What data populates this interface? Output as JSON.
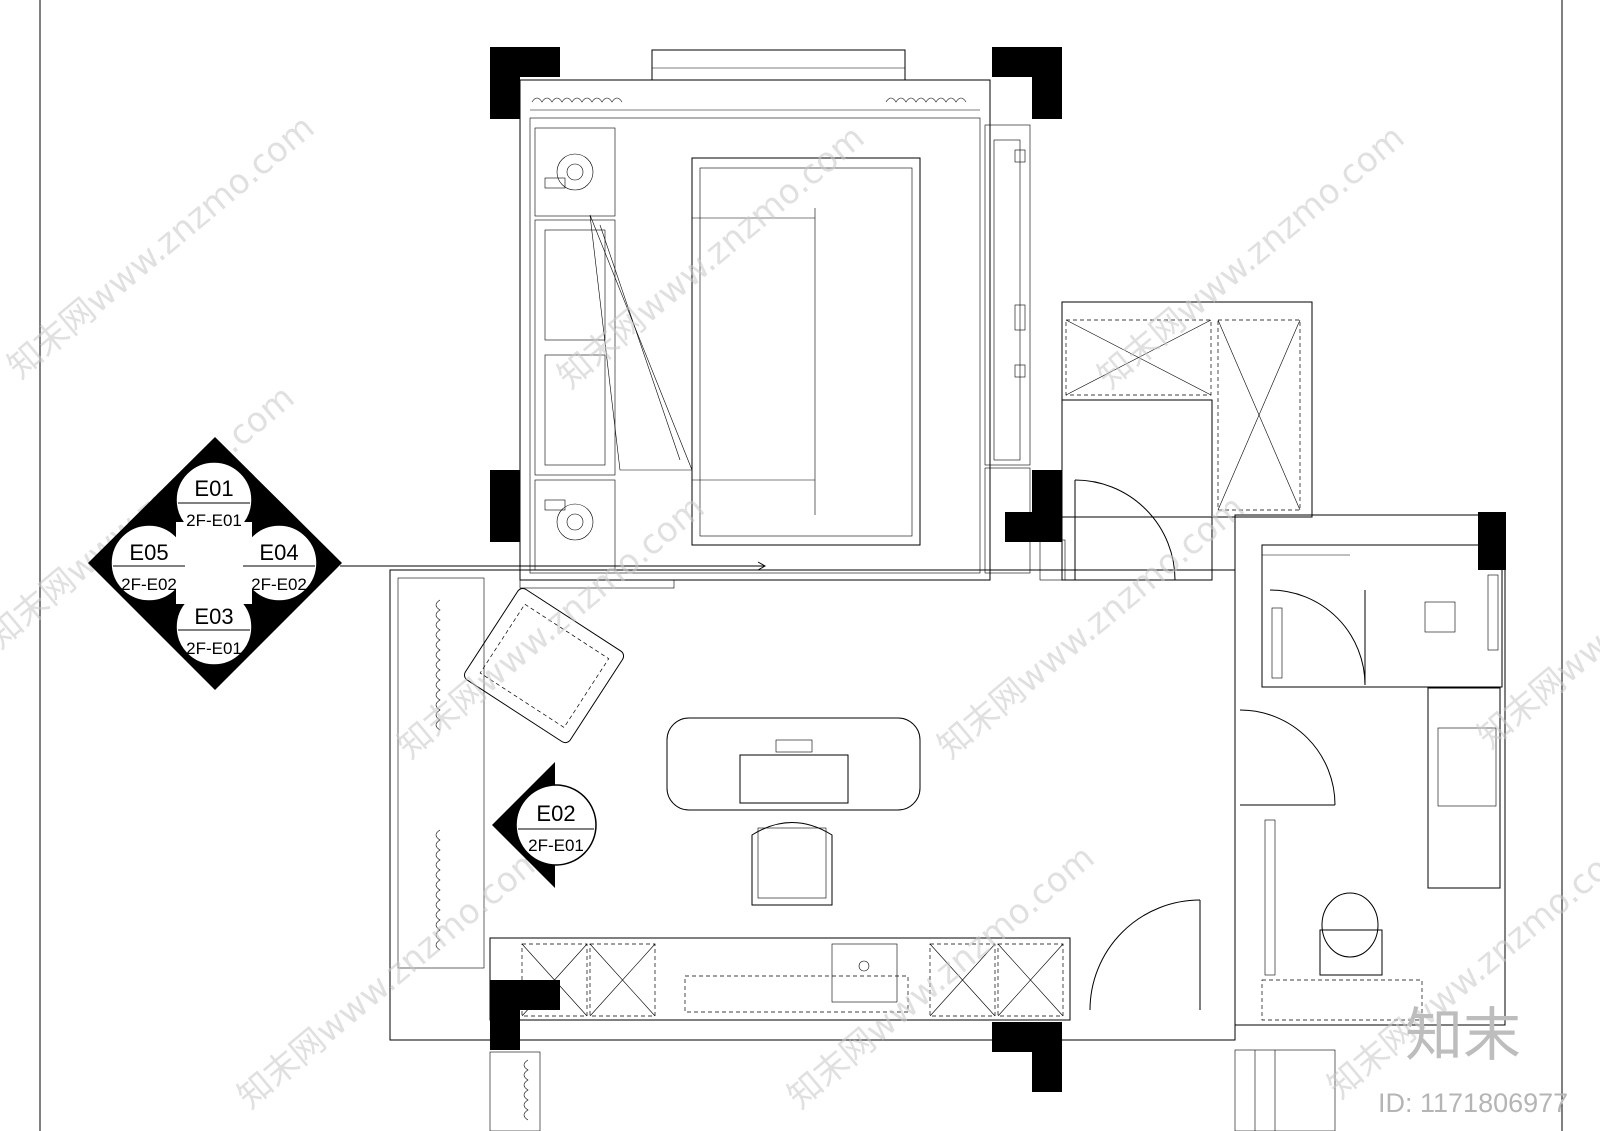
{
  "markers": {
    "diamond": {
      "e01": {
        "code": "E01",
        "sheet": "2F-E01"
      },
      "e05": {
        "code": "E05",
        "sheet": "2F-E02"
      },
      "e04": {
        "code": "E04",
        "sheet": "2F-E02"
      },
      "e03": {
        "code": "E03",
        "sheet": "2F-E01"
      }
    },
    "single": {
      "e02": {
        "code": "E02",
        "sheet": "2F-E01"
      }
    }
  },
  "watermark": {
    "text": "知末网www.znzmo.com",
    "logo": "知末",
    "id": "ID: 1171806977"
  },
  "colors": {
    "line": "#000000",
    "watermark": "#c8c8c8"
  }
}
